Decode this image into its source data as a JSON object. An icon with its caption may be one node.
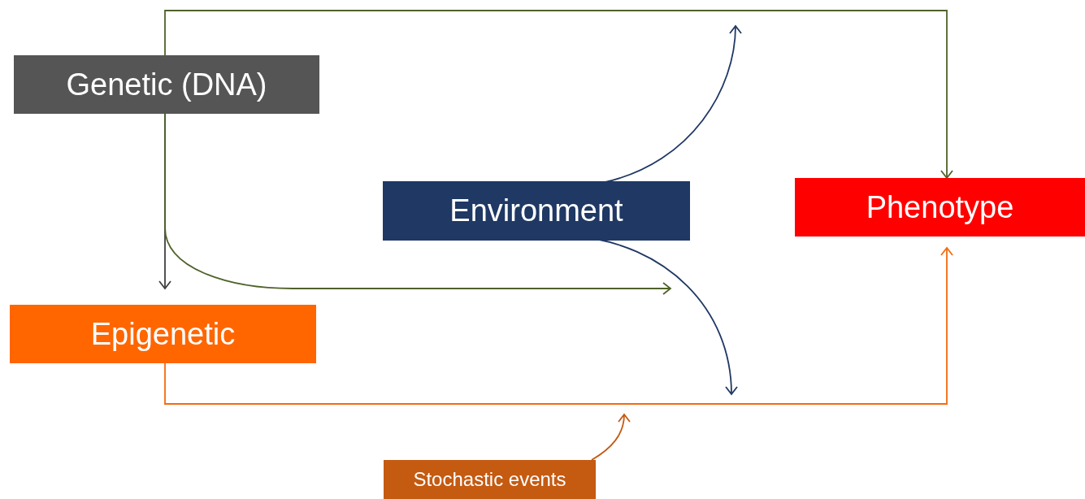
{
  "diagram": {
    "nodes": [
      {
        "text": [
          "Genetic (DNA)"
        ]
      },
      {
        "text": [
          "Environment"
        ]
      },
      {
        "text": [
          "Phenotype"
        ]
      },
      {
        "text": [
          "Epigenetic"
        ]
      },
      {
        "text": [
          "Stochastic events"
        ]
      }
    ],
    "edges": [
      {
        "from": 0,
        "to": 2,
        "arrow": "to",
        "color": "#4f6228"
      },
      {
        "from": 0,
        "to": 3,
        "arrow": "to",
        "color": "#404040"
      },
      {
        "from": 0,
        "to": null,
        "arrow": "to",
        "color": "#4f6228"
      },
      {
        "from": 1,
        "to": null,
        "arrow": "to",
        "color": "#1f3864"
      },
      {
        "from": 1,
        "to": null,
        "arrow": "to",
        "color": "#1f3864"
      },
      {
        "from": 3,
        "to": 2,
        "arrow": "to",
        "color": "#f26b0f"
      },
      {
        "from": 4,
        "to": null,
        "arrow": "to",
        "color": "#c55a11"
      }
    ]
  }
}
